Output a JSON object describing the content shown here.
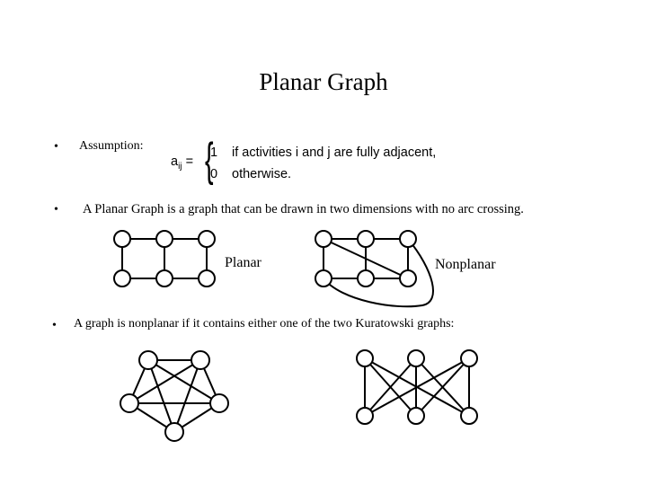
{
  "title": "Planar Graph",
  "bullets": [
    {
      "symbol": "•",
      "text": "Assumption:"
    },
    {
      "symbol": "•",
      "text_before": "A ",
      "emphasis": "Planar Graph",
      "text_after": " is a graph that can be drawn in two dimensions with no arc crossing."
    },
    {
      "symbol": "•",
      "text": "A graph is nonplanar if it contains either one of the two Kuratowski graphs:"
    }
  ],
  "formula": {
    "lhs_var": "a",
    "lhs_sub": "ij",
    "lhs_eq": "=",
    "case1_value": "1",
    "case1_desc": "if activities i and j are fully adjacent,",
    "case2_value": "0",
    "case2_desc": "otherwise."
  },
  "labels": {
    "planar": "Planar",
    "nonplanar": "Nonplanar"
  }
}
